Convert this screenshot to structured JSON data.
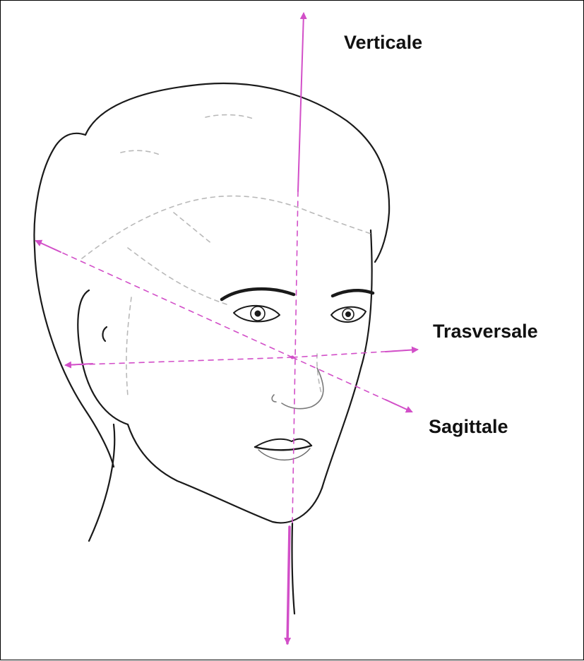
{
  "labels": {
    "vertical": "Verticale",
    "transverse": "Trasversale",
    "sagittal": "Sagittale"
  },
  "colors": {
    "axis": "#d24fc8",
    "line": "#1a1a1a",
    "faint": "#b9b9b9",
    "background": "#ffffff"
  }
}
